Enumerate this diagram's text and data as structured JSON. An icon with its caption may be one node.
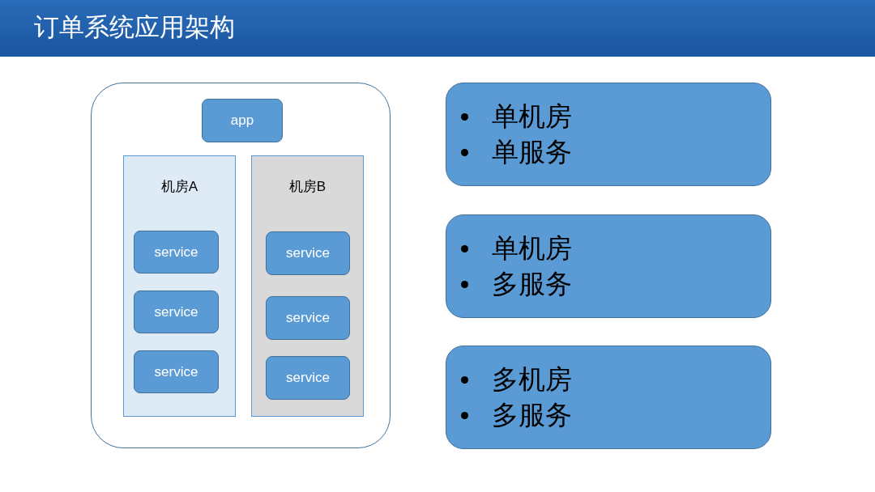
{
  "diagram": {
    "title": "订单系统应用架构",
    "nodes": [
      {
        "text": [],
        "shape": "box"
      },
      {
        "text": [
          "app"
        ],
        "in": 0
      },
      {
        "text": [
          "机房A"
        ],
        "in": 0
      },
      {
        "text": [
          "service"
        ],
        "in": 2
      },
      {
        "text": [
          "service"
        ],
        "in": 2
      },
      {
        "text": [
          "service"
        ],
        "in": 2
      },
      {
        "text": [
          "机房B"
        ],
        "in": 0
      },
      {
        "text": [
          "service"
        ],
        "in": 6
      },
      {
        "text": [
          "service"
        ],
        "in": 6
      },
      {
        "text": [
          "service"
        ],
        "in": 6
      },
      {
        "text": [
          "单机房",
          "单服务"
        ]
      },
      {
        "text": [
          "单机房",
          "多服务"
        ]
      },
      {
        "text": [
          "多机房",
          "多服务"
        ]
      }
    ],
    "edges": []
  }
}
